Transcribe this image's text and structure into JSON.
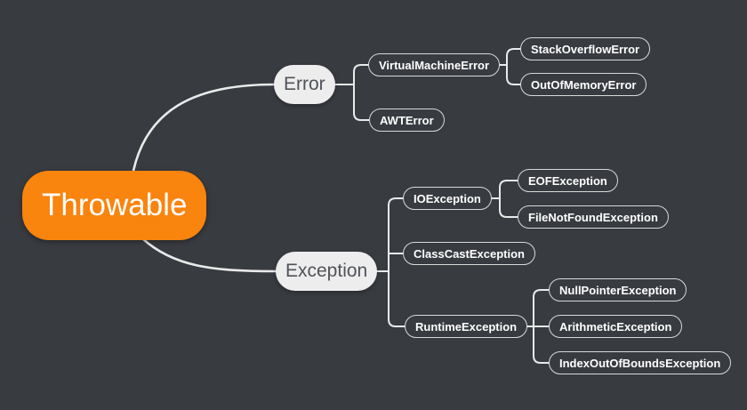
{
  "colors": {
    "background": "#383b40",
    "connector": "#eaeaea",
    "root_fill": "#f9840e",
    "root_text": "#ffffff",
    "branch_fill": "#ededee",
    "branch_text": "#515358",
    "leaf_border": "#d9d9d9",
    "leaf_text": "#ffffff"
  },
  "mindmap": {
    "root": "Throwable",
    "branches": [
      {
        "label": "Error",
        "children": [
          {
            "label": "VirtualMachineError",
            "children": [
              {
                "label": "StackOverflowError"
              },
              {
                "label": "OutOfMemoryError"
              }
            ]
          },
          {
            "label": "AWTError"
          }
        ]
      },
      {
        "label": "Exception",
        "children": [
          {
            "label": "IOException",
            "children": [
              {
                "label": "EOFException"
              },
              {
                "label": "FileNotFoundException"
              }
            ]
          },
          {
            "label": "ClassCastException"
          },
          {
            "label": "RuntimeException",
            "children": [
              {
                "label": "NullPointerException"
              },
              {
                "label": "ArithmeticException"
              },
              {
                "label": "IndexOutOfBoundsException"
              }
            ]
          }
        ]
      }
    ]
  }
}
